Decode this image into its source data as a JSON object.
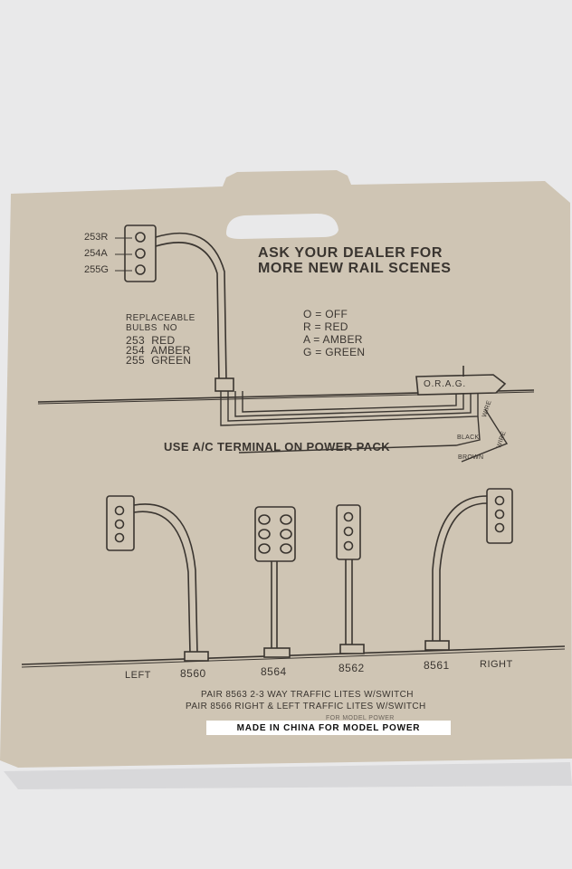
{
  "headline": [
    "ASK YOUR DEALER FOR",
    "MORE NEW RAIL SCENES"
  ],
  "bulb_labels": [
    "253R",
    "254A",
    "255G"
  ],
  "legend": [
    "O = OFF",
    "R = RED",
    "A = AMBER",
    "G = GREEN"
  ],
  "replaceable": {
    "heading": [
      "REPLACEABLE",
      "BULBS  NO"
    ],
    "bulbs": [
      "253  RED",
      "254  AMBER",
      "255  GREEN"
    ]
  },
  "switch_label": "O.R.A.G.",
  "instruction": "USE A/C TERMINAL ON POWER PACK",
  "wires": [
    "BLACK",
    "WIRE",
    "WIRE",
    "BROWN"
  ],
  "models": {
    "left": "LEFT",
    "m8560": "8560",
    "m8564": "8564",
    "m8562": "8562",
    "m8561": "8561",
    "right": "RIGHT"
  },
  "pairs": [
    "PAIR 8563 2-3 WAY TRAFFIC LITES W/SWITCH",
    "PAIR 8566 RIGHT & LEFT TRAFFIC LITES W/SWITCH"
  ],
  "cutoff_text": "FOR MODEL POWER",
  "made_in": "MADE IN CHINA FOR MODEL POWER",
  "colors": {
    "card": "#cfc5b4",
    "ink": "#3a3530",
    "background": "#e9e9ea"
  }
}
